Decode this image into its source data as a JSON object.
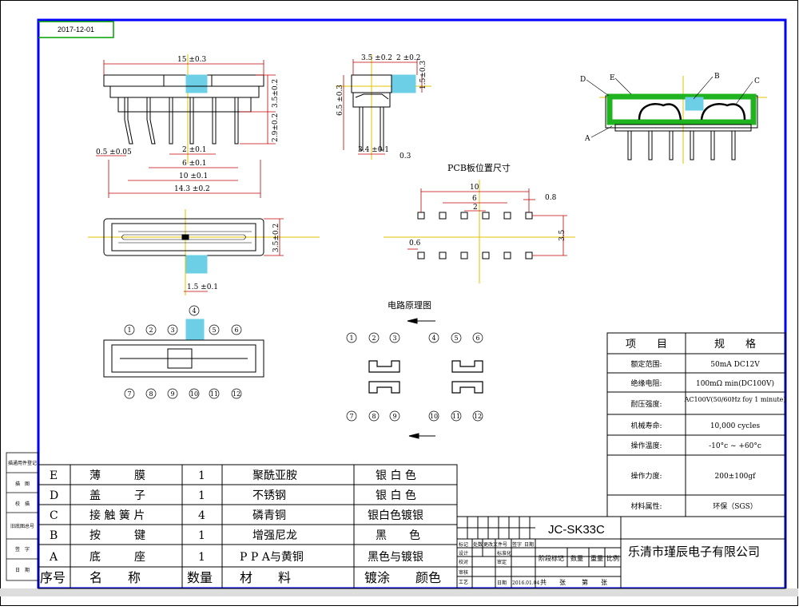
{
  "date": "2017-12-01",
  "top_view": {
    "width_label": "15 ±0.3",
    "height_a": "3.5±0.2",
    "height_b": "2.9±0.2",
    "pin_offset": "0.5 ±0.05",
    "pin_pitch_2": "2 ±0.1",
    "pin_pitch_6": "6 ±0.1",
    "pin_pitch_10": "10 ±0.1",
    "overall_width": "14.3 ±0.2"
  },
  "side_view": {
    "w1": "3.5 ±0.2",
    "w2": "2 ±0.2",
    "knob": "1.5±0.3",
    "height": "6.5 ±0.3",
    "base": "3.4 ±0.1",
    "pin": "0.3"
  },
  "front_view": {
    "height": "3.5±0.2",
    "knob": "1.5 ±0.1"
  },
  "pcb": {
    "title": "PCB板位置尺寸",
    "d10": "10",
    "d6": "6",
    "d2": "2",
    "d08": "0.8",
    "d06": "0.6",
    "d35": "3.5"
  },
  "circuit": {
    "title": "电路原理图",
    "top_pins": [
      "1",
      "2",
      "3",
      "4",
      "5",
      "6"
    ],
    "bottom_pins": [
      "7",
      "8",
      "9",
      "10",
      "11",
      "12"
    ]
  },
  "bottom_view": {
    "top_pins": [
      "1",
      "2",
      "3",
      "4",
      "5",
      "6"
    ],
    "bottom_pins": [
      "7",
      "8",
      "9",
      "10",
      "11",
      "12"
    ]
  },
  "exploded": {
    "labels": [
      "D",
      "E",
      "B",
      "C",
      "A"
    ]
  },
  "spec_table": {
    "head": [
      "项　　目",
      "规　　格"
    ],
    "rows": [
      [
        "额定范围:",
        "50mA DC12V"
      ],
      [
        "绝缘电阻:",
        "100mΩ min(DC100V)"
      ],
      [
        "耐压强度:",
        "AC100V(50/60Hz foy 1 minute)"
      ],
      [
        "机械寿命:",
        "10,000 cycles"
      ],
      [
        "操作温度:",
        "-10°c ~ +60°c"
      ],
      [
        "操作力度:",
        "200±100gf"
      ],
      [
        "材料属性:",
        "环保（SGS）"
      ]
    ]
  },
  "bom": {
    "rows": [
      [
        "E",
        "薄　　　膜",
        "1",
        "聚酰亚胺",
        "银 白 色"
      ],
      [
        "D",
        "盖　　　子",
        "1",
        "不锈钢",
        "银 白 色"
      ],
      [
        "C",
        "接 触 簧 片",
        "4",
        "磷青铜",
        "银白色镀银"
      ],
      [
        "B",
        "按　　　键",
        "1",
        "增强尼龙",
        "黑　　色"
      ],
      [
        "A",
        "底　　　座",
        "1",
        "P P A与黄铜",
        "黑色与镀银"
      ]
    ],
    "header": [
      "序号",
      "名　　称",
      "数量",
      "材　　料",
      "镀涂　　颜色"
    ]
  },
  "left_strip": [
    "描通用件登记",
    "描　图",
    "校　描",
    "旧底图总号",
    "签　字",
    "日　期"
  ],
  "title_block": {
    "part_no": "JC-SK33C",
    "company": "乐清市瑾辰电子有限公司",
    "stage_label": "阶段标记",
    "qty_label": "数量",
    "weight_label": "重量",
    "scale_label": "比例",
    "total_label": "共　　张",
    "page_label": "第　　张",
    "r1": [
      "标记",
      "处数",
      "更改文件号",
      "签字",
      "日期"
    ],
    "r2": [
      "设计",
      "",
      "标准化",
      ""
    ],
    "r3": [
      "校对",
      "",
      "审定",
      ""
    ],
    "r4": [
      "审核",
      ""
    ],
    "r5": [
      "工艺",
      ""
    ],
    "r6": [
      "日期",
      "2016.01.04"
    ]
  }
}
